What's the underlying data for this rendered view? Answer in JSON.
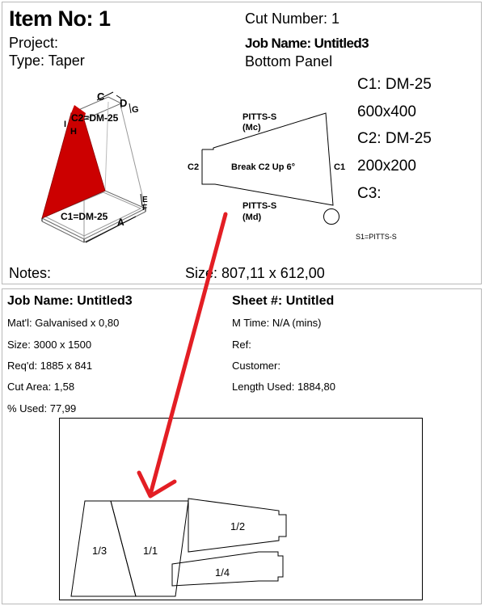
{
  "item": {
    "title": "Item No: 1",
    "project": "Project:",
    "type": "Type: Taper",
    "notes": "Notes:",
    "size": "Size: 807,11 x 612,00"
  },
  "cut": {
    "cut_number": "Cut Number: 1",
    "job_name": "Job Name: Untitled3",
    "panel": "Bottom Panel"
  },
  "specs": [
    "C1: DM-25",
    "600x400",
    "C2: DM-25",
    "200x200",
    "C3:"
  ],
  "iso_labels": {
    "c": "C",
    "d": "D",
    "g": "G",
    "c2": "C2=DM-25",
    "i": "I",
    "h": "H",
    "c1": "C1=DM-25",
    "a": "A",
    "e": "E",
    "f": "F"
  },
  "flat_labels": {
    "pitts_top": "PITTS-S",
    "mc": "(Mc)",
    "c2": "C2",
    "c1": "C1",
    "break": "Break C2 Up 6°",
    "pitts_bottom": "PITTS-S",
    "md": "(Md)",
    "s1": "S1=PITTS-S"
  },
  "sheet": {
    "job_name": "Job Name: Untitled3",
    "sheet_no": "Sheet #: Untitled",
    "left": [
      "Mat'l: Galvanised x 0,80",
      "Size: 3000 x 1500",
      "Req'd: 1885 x 841",
      "Cut Area: 1,58",
      "% Used: 77,99"
    ],
    "right": [
      "M Time: N/A (mins)",
      "Ref:",
      "Customer:",
      "Length Used: 1884,80"
    ]
  },
  "nest_labels": [
    "1/3",
    "1/1",
    "1/2",
    "1/4"
  ],
  "colors": {
    "accent_red": "#e31e24",
    "part_red": "#cc0000",
    "border": "#b9b9b9"
  }
}
